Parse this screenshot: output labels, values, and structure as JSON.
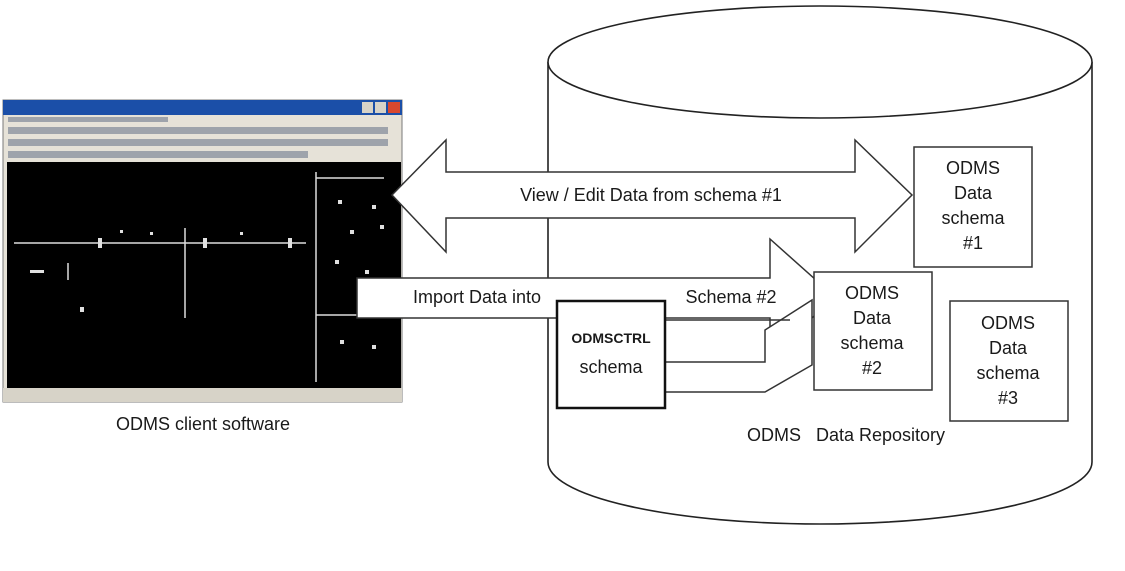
{
  "client": {
    "caption": "ODMS client software"
  },
  "arrows": {
    "view_edit": "View / Edit Data from schema #1",
    "import_left": "Import Data into",
    "import_right": "Schema #2"
  },
  "ctrl_schema": {
    "title": "ODMSCTRL",
    "subtitle": "schema"
  },
  "schemas": [
    {
      "line1": "ODMS",
      "line2": "Data",
      "line3": "schema",
      "line4": "#1"
    },
    {
      "line1": "ODMS",
      "line2": "Data",
      "line3": "schema",
      "line4": "#2"
    },
    {
      "line1": "ODMS",
      "line2": "Data",
      "line3": "schema",
      "line4": "#3"
    }
  ],
  "repository": {
    "label": "ODMS   Data Repository"
  }
}
